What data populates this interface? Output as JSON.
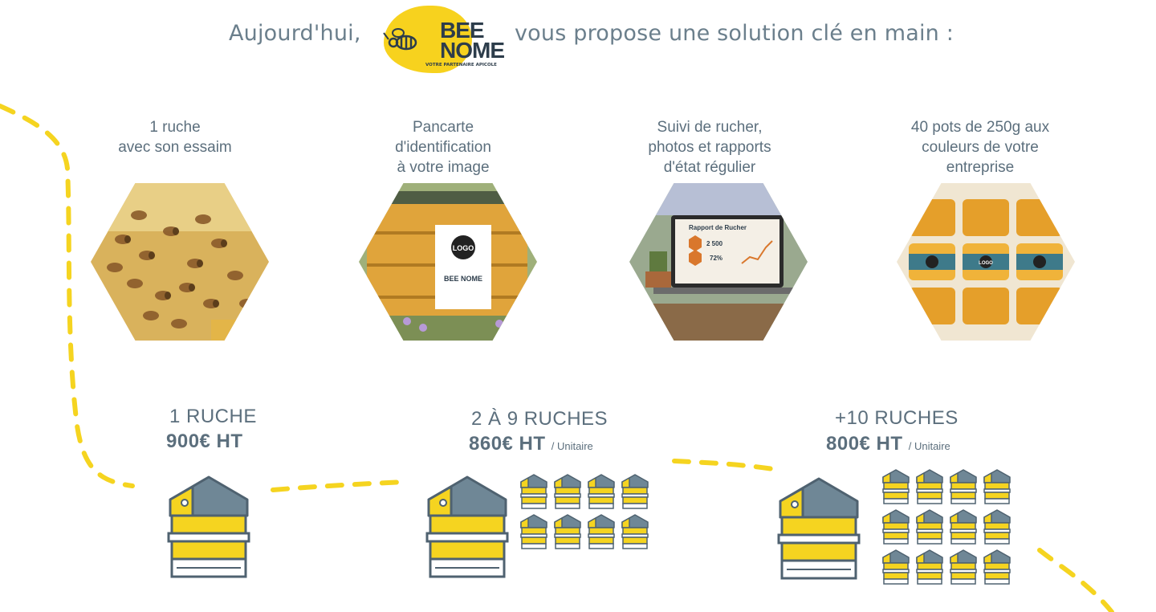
{
  "header": {
    "left_text": "Aujourd'hui,",
    "right_text": "vous propose une solution clé en main :",
    "logo": {
      "line1": "BEE",
      "line2": "NOME",
      "tagline": "VOTRE PARTENAIRE APICOLE"
    }
  },
  "features": [
    {
      "title": "1 ruche\navec son essaim",
      "image": "bees-on-honeycomb-photo"
    },
    {
      "title": "Pancarte\nd'identification\nà votre image",
      "image": "beehives-with-logo-sign-photo",
      "sign_text": "LOGO",
      "sign_brand": "BEE NOME"
    },
    {
      "title": "Suivi de rucher,\nphotos et rapports\nd'état régulier",
      "image": "laptop-report-photo",
      "report": {
        "title": "Rapport de Rucher",
        "stat1": "2 500",
        "stat2": "72%"
      }
    },
    {
      "title": "40 pots de 250g aux\ncouleurs de votre\nentreprise",
      "image": "honey-jars-photo",
      "jar_label": "LOGO"
    }
  ],
  "pricing": [
    {
      "quantity": "1 RUCHE",
      "price": "900€ HT",
      "unit": "",
      "hives_small": 0
    },
    {
      "quantity": "2 À 9 RUCHES",
      "price": "860€ HT",
      "unit": "/ Unitaire",
      "hives_small": 8
    },
    {
      "quantity": "+10 RUCHES",
      "price": "800€ HT",
      "unit": "/ Unitaire",
      "hives_small": 12
    }
  ],
  "colors": {
    "yellow": "#f5d420",
    "slate": "#5c6f7d",
    "hive_roof": "#6f8796",
    "hive_body_light": "#ffffff"
  }
}
